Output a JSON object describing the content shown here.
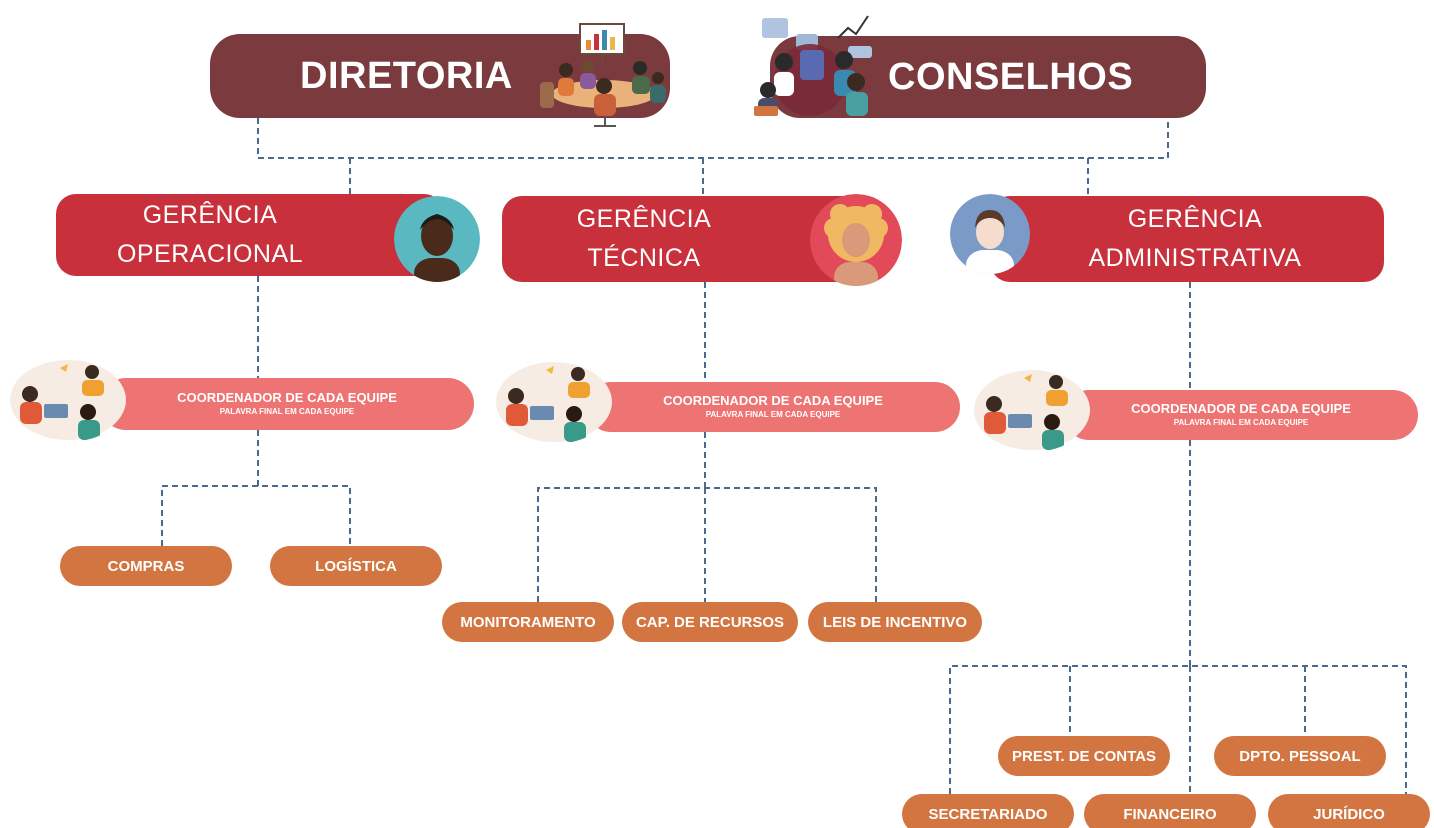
{
  "top": {
    "diretoria": "DIRETORIA",
    "conselhos": "CONSELHOS"
  },
  "gerencias": [
    {
      "line1": "GERÊNCIA",
      "line2": "OPERACIONAL"
    },
    {
      "line1": "GERÊNCIA",
      "line2": "TÉCNICA"
    },
    {
      "line1": "GERÊNCIA",
      "line2": "ADMINISTRATIVA"
    }
  ],
  "coordenador": {
    "title": "COORDENADOR DE CADA EQUIPE",
    "subtitle": "PALAVRA FINAL EM CADA EQUIPE"
  },
  "departments": {
    "operacional": [
      "COMPRAS",
      "LOGÍSTICA"
    ],
    "tecnica": [
      "MONITORAMENTO",
      "CAP. DE RECURSOS",
      "LEIS DE INCENTIVO"
    ],
    "administrativa": [
      "PREST. DE CONTAS",
      "DPTO. PESSOAL",
      "SECRETARIADO",
      "FINANCEIRO",
      "JURÍDICO"
    ]
  },
  "icons": {
    "meeting": "meeting-illustration-icon",
    "council": "council-illustration-icon",
    "avatar_op": "avatar-dark-skin-icon",
    "avatar_tec": "avatar-curly-hair-icon",
    "avatar_adm": "avatar-man-icon",
    "team": "team-illustration-icon"
  },
  "colors": {
    "top": "#7a3a3e",
    "gerencia": "#c8303c",
    "coordenador": "#ee7373",
    "department": "#d27540",
    "connector": "#4a6a8c"
  }
}
